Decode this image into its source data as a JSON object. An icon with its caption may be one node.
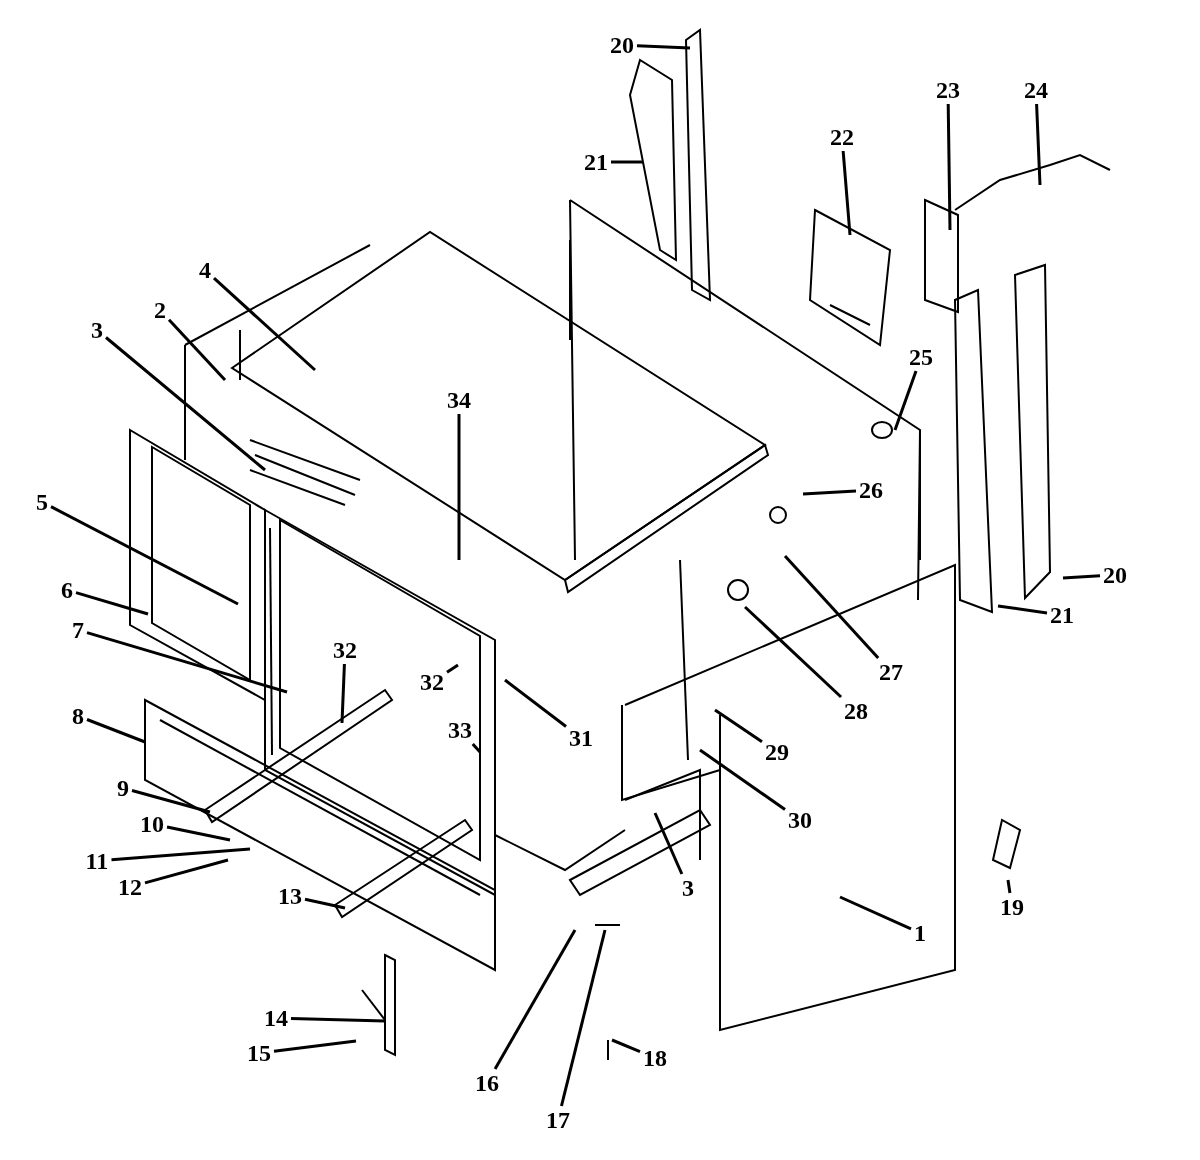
{
  "diagram": {
    "nodes": [
      {
        "text": [
          "20"
        ]
      },
      {
        "text": [
          "23"
        ]
      },
      {
        "text": [
          "24"
        ]
      },
      {
        "text": [
          "22"
        ]
      },
      {
        "text": [
          "21"
        ]
      },
      {
        "text": [
          "4"
        ]
      },
      {
        "text": [
          "2"
        ]
      },
      {
        "text": [
          "3"
        ]
      },
      {
        "text": [
          "25"
        ]
      },
      {
        "text": [
          "34"
        ]
      },
      {
        "text": [
          "26"
        ]
      },
      {
        "text": [
          "5"
        ]
      },
      {
        "text": [
          "20"
        ]
      },
      {
        "text": [
          "6"
        ]
      },
      {
        "text": [
          "21"
        ]
      },
      {
        "text": [
          "7"
        ]
      },
      {
        "text": [
          "32"
        ]
      },
      {
        "text": [
          "27"
        ]
      },
      {
        "text": [
          "32"
        ]
      },
      {
        "text": [
          "28"
        ]
      },
      {
        "text": [
          "8"
        ]
      },
      {
        "text": [
          "33"
        ]
      },
      {
        "text": [
          "31"
        ]
      },
      {
        "text": [
          "29"
        ]
      },
      {
        "text": [
          "9"
        ]
      },
      {
        "text": [
          "30"
        ]
      },
      {
        "text": [
          "10"
        ]
      },
      {
        "text": [
          "11"
        ]
      },
      {
        "text": [
          "12"
        ]
      },
      {
        "text": [
          "3"
        ]
      },
      {
        "text": [
          "13"
        ]
      },
      {
        "text": [
          "19"
        ]
      },
      {
        "text": [
          "1"
        ]
      },
      {
        "text": [
          "14"
        ]
      },
      {
        "text": [
          "15"
        ]
      },
      {
        "text": [
          "18"
        ]
      },
      {
        "text": [
          "16"
        ]
      },
      {
        "text": [
          "17"
        ]
      }
    ],
    "edges": [
      {
        "from": 0,
        "to": null,
        "arrow": "none"
      },
      {
        "from": 1,
        "to": null,
        "arrow": "none"
      },
      {
        "from": 2,
        "to": null,
        "arrow": "none"
      },
      {
        "from": 3,
        "to": null,
        "arrow": "none"
      },
      {
        "from": 4,
        "to": null,
        "arrow": "none"
      },
      {
        "from": 5,
        "to": null,
        "arrow": "none"
      },
      {
        "from": 6,
        "to": null,
        "arrow": "none"
      },
      {
        "from": 7,
        "to": null,
        "arrow": "none"
      },
      {
        "from": 8,
        "to": null,
        "arrow": "none"
      },
      {
        "from": 9,
        "to": null,
        "arrow": "none"
      },
      {
        "from": 10,
        "to": null,
        "arrow": "none"
      },
      {
        "from": 11,
        "to": null,
        "arrow": "none"
      },
      {
        "from": 12,
        "to": null,
        "arrow": "none"
      },
      {
        "from": 13,
        "to": null,
        "arrow": "none"
      },
      {
        "from": 14,
        "to": null,
        "arrow": "none"
      },
      {
        "from": 15,
        "to": null,
        "arrow": "none"
      },
      {
        "from": 16,
        "to": null,
        "arrow": "none"
      },
      {
        "from": 17,
        "to": null,
        "arrow": "none"
      },
      {
        "from": 18,
        "to": null,
        "arrow": "none"
      },
      {
        "from": 19,
        "to": null,
        "arrow": "none"
      },
      {
        "from": 20,
        "to": null,
        "arrow": "none"
      },
      {
        "from": 21,
        "to": null,
        "arrow": "none"
      },
      {
        "from": 22,
        "to": null,
        "arrow": "none"
      },
      {
        "from": 23,
        "to": null,
        "arrow": "none"
      },
      {
        "from": 24,
        "to": null,
        "arrow": "none"
      },
      {
        "from": 25,
        "to": null,
        "arrow": "none"
      },
      {
        "from": 26,
        "to": null,
        "arrow": "none"
      },
      {
        "from": 27,
        "to": null,
        "arrow": "none"
      },
      {
        "from": 28,
        "to": null,
        "arrow": "none"
      },
      {
        "from": 29,
        "to": null,
        "arrow": "none"
      },
      {
        "from": 30,
        "to": null,
        "arrow": "none"
      },
      {
        "from": 31,
        "to": null,
        "arrow": "none"
      },
      {
        "from": 32,
        "to": null,
        "arrow": "none"
      },
      {
        "from": 33,
        "to": null,
        "arrow": "none"
      },
      {
        "from": 34,
        "to": null,
        "arrow": "none"
      },
      {
        "from": 35,
        "to": null,
        "arrow": "none"
      },
      {
        "from": 36,
        "to": null,
        "arrow": "none"
      },
      {
        "from": 37,
        "to": null,
        "arrow": "none"
      }
    ]
  }
}
